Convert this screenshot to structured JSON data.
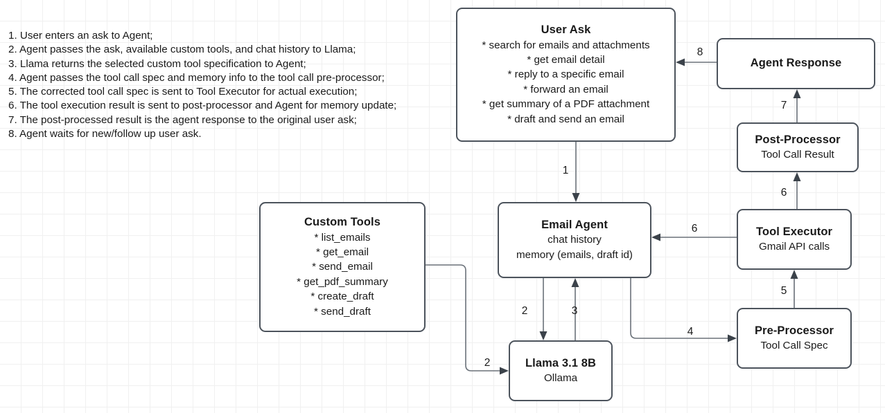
{
  "legend": {
    "lines": [
      "1. User enters an ask to Agent;",
      "2. Agent passes the ask, available custom tools, and chat history to Llama;",
      "3. Llama returns the selected custom tool specification to Agent;",
      "4. Agent passes the tool call spec and memory info to the tool call pre-processor;",
      "5. The corrected tool call spec is sent to Tool Executor for actual execution;",
      "6. The tool execution result is sent to post-processor and Agent for memory update;",
      "7. The post-processed result is the agent response to the original user ask;",
      "8. Agent waits for new/follow up user ask."
    ]
  },
  "nodes": {
    "user_ask": {
      "title": "User Ask",
      "bullets": [
        "* search for emails and attachments",
        "* get email detail",
        "* reply to a specific email",
        "* forward an email",
        "* get summary of a PDF attachment",
        "* draft and send an email"
      ]
    },
    "agent_response": {
      "title": "Agent Response"
    },
    "post_processor": {
      "title": "Post-Processor",
      "sub": "Tool Call Result"
    },
    "custom_tools": {
      "title": "Custom Tools",
      "bullets": [
        "* list_emails",
        "* get_email",
        "* send_email",
        "* get_pdf_summary",
        "* create_draft",
        "* send_draft"
      ]
    },
    "email_agent": {
      "title": "Email Agent",
      "sub1": "chat history",
      "sub2": "memory (emails, draft id)"
    },
    "tool_executor": {
      "title": "Tool Executor",
      "sub": "Gmail API calls"
    },
    "pre_processor": {
      "title": "Pre-Processor",
      "sub": "Tool Call Spec"
    },
    "llama": {
      "title": "Llama 3.1 8B",
      "sub": "Ollama"
    }
  },
  "edges": {
    "user_ask_to_email_agent": "1",
    "email_agent_to_llama": "2",
    "custom_tools_to_llama": "2",
    "llama_to_email_agent": "3",
    "email_agent_to_pre_processor": "4",
    "pre_processor_to_tool_executor": "5",
    "tool_executor_to_email_agent": "6",
    "tool_executor_to_post_processor": "6",
    "post_processor_to_agent_response": "7",
    "agent_response_to_user_ask": "8"
  },
  "colors": {
    "node_border": "#4c535c",
    "edge_stroke": "#6a7179",
    "arrow_head": "#3b424a",
    "text": "#1a1a1a",
    "grid_minor": "#f0f0f0",
    "grid_major": "#e2e2e2",
    "background": "#ffffff"
  }
}
